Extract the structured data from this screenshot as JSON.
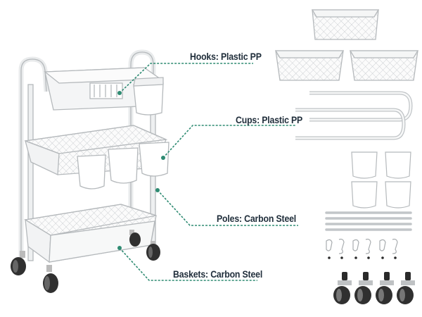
{
  "labels": {
    "hooks": "Hooks: Plastic PP",
    "cups": "Cups: Plastic PP",
    "poles": "Poles:  Carbon Steel",
    "baskets": "Baskets: Carbon Steel"
  },
  "colors": {
    "accent": "#2e8b72",
    "text": "#1f2d3a",
    "product_outline": "#b5b9bc",
    "product_fill": "#f6f7f7",
    "caster": "#3a3a3a"
  },
  "icons": {
    "cart": "rolling-cart-icon",
    "tray": "mesh-basket-icon",
    "pole": "u-shaped-handle-icon",
    "cup": "hanging-cup-icon",
    "hook": "plastic-hook-icon",
    "wheel": "caster-wheel-icon"
  }
}
